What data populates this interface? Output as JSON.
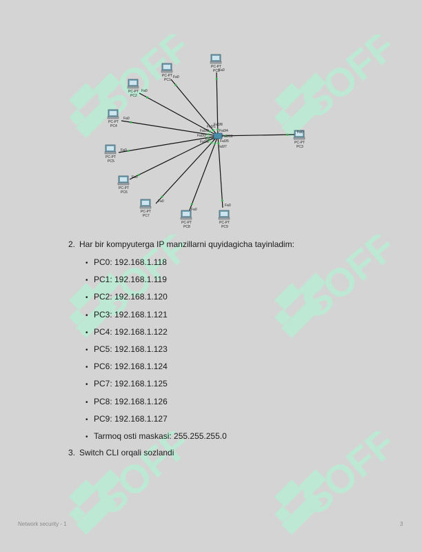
{
  "watermark": {
    "text": "SOFF",
    "color": "#b9ecd3"
  },
  "diagram": {
    "switch": {
      "ports": [
        "Fa0/1",
        "Fa0/2",
        "Fa0/3",
        "Fa0/4",
        "Fa0/5",
        "Fa0/6",
        "Fa0/7",
        "Fa0/8",
        "Fa0/9",
        "Fa0/10"
      ]
    },
    "nodes": [
      {
        "name": "PC-PT",
        "label": "PC0",
        "port": "Fa0"
      },
      {
        "name": "PC-PT",
        "label": "PC1",
        "port": "Fa0"
      },
      {
        "name": "PC-PT",
        "label": "PC2",
        "port": "Fa0"
      },
      {
        "name": "PC-PT",
        "label": "PC3",
        "port": "Fa0"
      },
      {
        "name": "PC-PT",
        "label": "PC4",
        "port": "Fa0"
      },
      {
        "name": "PC-PT",
        "label": "PC5",
        "port": "Fa0"
      },
      {
        "name": "PC-PT",
        "label": "PC6",
        "port": "Fa0"
      },
      {
        "name": "PC-PT",
        "label": "PC7",
        "port": "Fa0"
      },
      {
        "name": "PC-PT",
        "label": "PC8",
        "port": "Fa0"
      },
      {
        "name": "PC-PT",
        "label": "PC9",
        "port": "Fa0"
      }
    ]
  },
  "steps": [
    {
      "number": "2.",
      "text": "Har bir kompyuterga IP manzillarni quyidagicha tayinladim:"
    },
    {
      "number": "3.",
      "text": "Switch CLI orqali sozlandi"
    }
  ],
  "ip_list": [
    "PC0: 192.168.1.118",
    "PC1: 192.168.1.119",
    "PC2: 192.168.1.120",
    "PC3: 192.168.1.121",
    "PC4: 192.168.1.122",
    "PC5: 192.168.1.123",
    "PC6: 192.168.1.124",
    "PC7: 192.168.1.125",
    "PC8: 192.168.1.126",
    "PC9: 192.168.1.127",
    "Tarmoq osti maskasi: 255.255.255.0"
  ],
  "bullet": "•",
  "footer": {
    "left": "Network security - 1",
    "right": "3"
  }
}
